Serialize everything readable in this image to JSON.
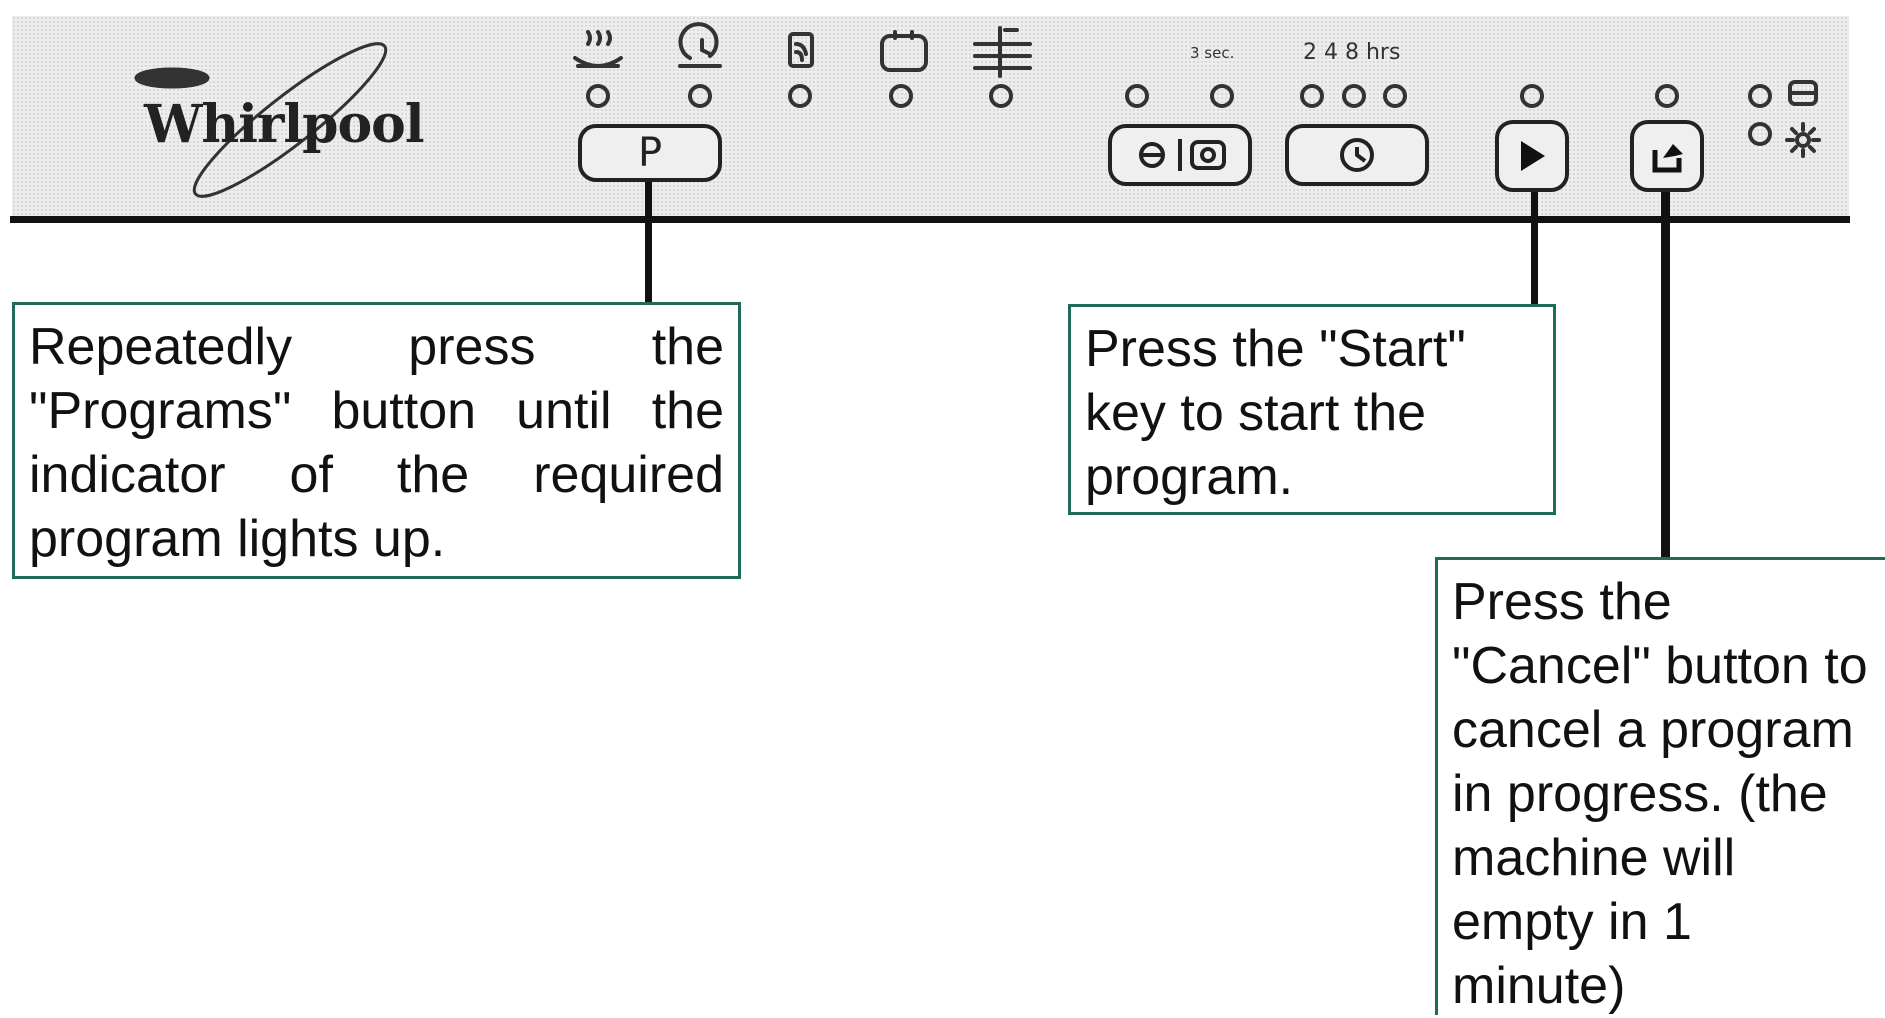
{
  "brand": {
    "name": "Whirlpool"
  },
  "panel": {
    "keys": [
      {
        "id": "programs",
        "label": "P",
        "icon": "programs-key"
      },
      {
        "id": "options",
        "label": "",
        "icon": "half-load-icon"
      },
      {
        "id": "delay",
        "label": "",
        "icon": "delay-timer-icon"
      },
      {
        "id": "start",
        "label": "",
        "icon": "play-icon"
      },
      {
        "id": "cancel",
        "label": "",
        "icon": "cancel-drain-icon"
      }
    ],
    "delay_small_label": "3 sec.",
    "delay_hours_label": "2  4  8 hrs",
    "indicator_icons": [
      "intensive-icon",
      "normal-icon",
      "eco-icon",
      "glass-icon",
      "rinse-icon",
      "salt-icon",
      "rinse-aid-icon"
    ]
  },
  "callouts": {
    "programs": "Repeatedly press the \"Programs\" button until the indicator of the required program lights up.",
    "start": "Press the \"Start\" key to start the program.",
    "cancel": "Press the \"Cancel\" button to cancel a program in progress. (the machine will empty in 1 minute)"
  },
  "colors": {
    "callout_border": "#1e6b5a",
    "panel_line": "#111111"
  }
}
